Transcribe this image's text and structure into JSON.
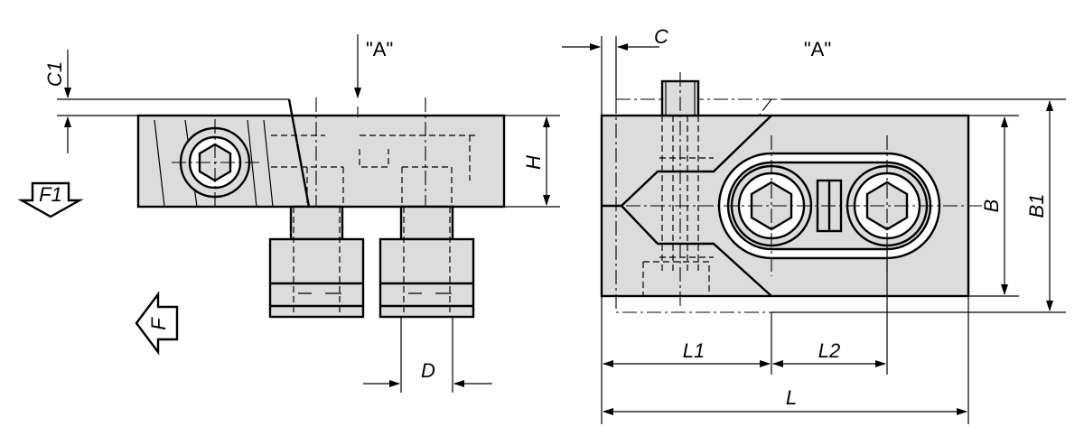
{
  "labels": {
    "c1": "C1",
    "view_a_left": "\"A\"",
    "h": "H",
    "f1": "F1",
    "f": "F",
    "d": "D",
    "c": "C",
    "view_a_right": "\"A\"",
    "b": "B",
    "b1": "B1",
    "l1": "L1",
    "l2": "L2",
    "l": "L"
  },
  "colors": {
    "part_fill": "#dcdcdc",
    "line": "#000000",
    "background": "#ffffff"
  },
  "icons": {
    "force_arrows": "outlined-down-arrow",
    "screws": "hex-socket-screw"
  }
}
